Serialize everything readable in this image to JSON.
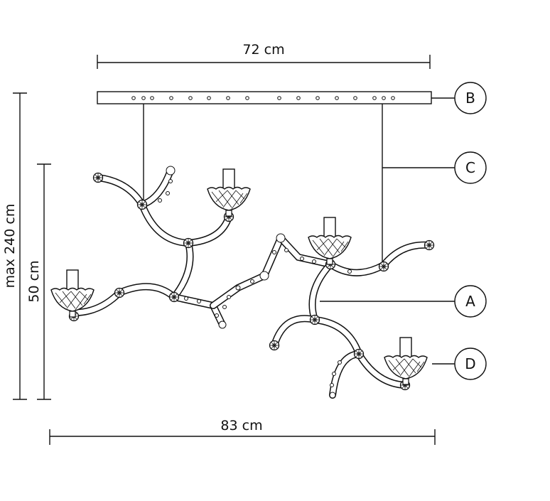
{
  "dimensions": {
    "top_width": "72 cm",
    "bottom_width": "83 cm",
    "max_height": "max 240 cm",
    "body_height": "50 cm"
  },
  "callouts": [
    {
      "label": "B"
    },
    {
      "label": "C"
    },
    {
      "label": "A"
    },
    {
      "label": "D"
    }
  ]
}
